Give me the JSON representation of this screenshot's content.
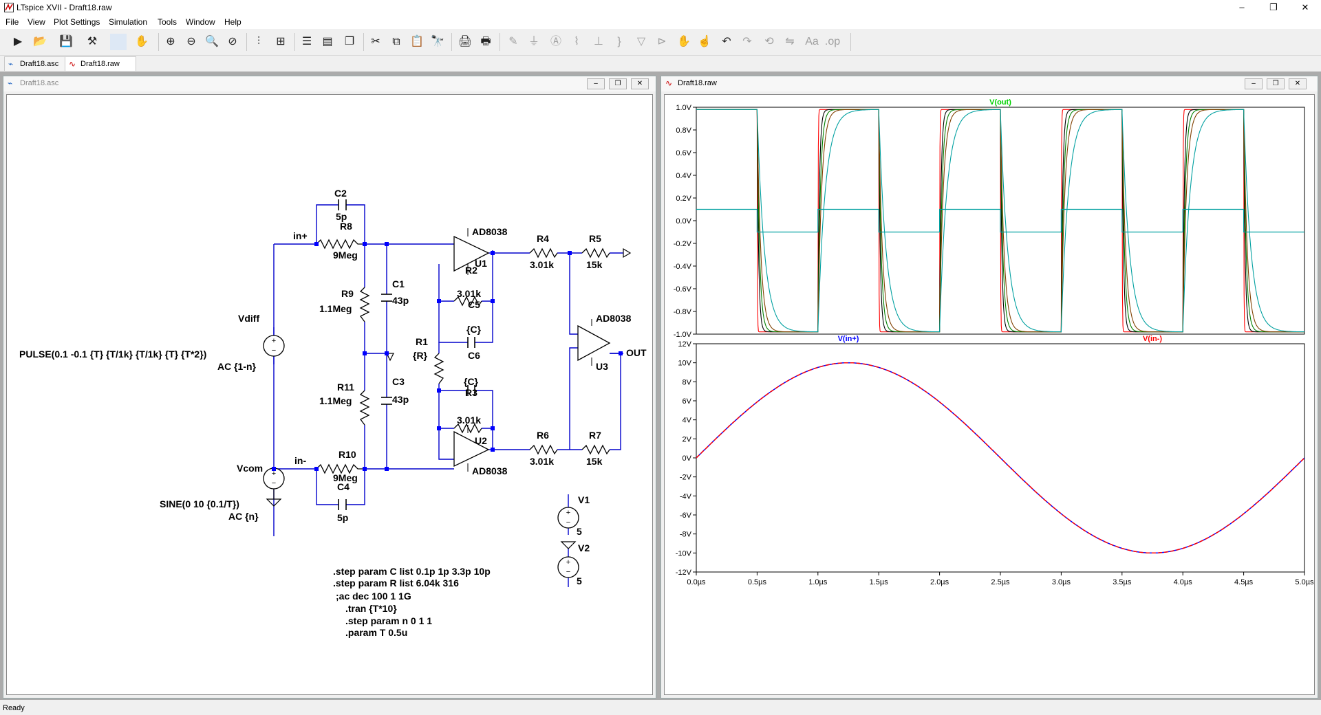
{
  "app": {
    "title": "LTspice XVII - Draft18.raw",
    "status": "Ready",
    "window_controls": [
      "–",
      "❐",
      "✕"
    ]
  },
  "menu": [
    "File",
    "View",
    "Plot Settings",
    "Simulation",
    "Tools",
    "Window",
    "Help"
  ],
  "toolbar_icons": [
    "run-icon",
    "open-icon",
    "save-icon",
    "control-panel-icon",
    "halt-icon",
    "pan-icon",
    "zoom-in-icon",
    "zoom-out-icon",
    "zoom-area-icon",
    "zoom-cancel-icon",
    "autorange-icon",
    "add-trace-icon",
    "tile-horizontal-icon",
    "tile-vertical-icon",
    "cascade-icon",
    "cut-icon",
    "copy-icon",
    "paste-icon",
    "find-icon",
    "print-icon",
    "print-preview-icon",
    "wire-icon",
    "ground-icon",
    "label-icon",
    "resistor-icon",
    "capacitor-icon",
    "inductor-icon",
    "diode-icon",
    "component-icon",
    "move-icon",
    "drag-icon",
    "undo-icon",
    "redo-icon",
    "rotate-icon",
    "mirror-icon",
    "text-icon",
    "spice-directive-icon"
  ],
  "tabs": [
    {
      "label": "Draft18.asc",
      "icon": "schematic-icon"
    },
    {
      "label": "Draft18.raw",
      "icon": "waveform-icon"
    }
  ],
  "schematic": {
    "window_title": "Draft18.asc",
    "components": [
      {
        "ref": "C2",
        "value": "5p"
      },
      {
        "ref": "R8",
        "value": "9Meg"
      },
      {
        "ref": "C1",
        "value": "43p"
      },
      {
        "ref": "R9",
        "value": "1.1Meg"
      },
      {
        "ref": "R11",
        "value": "1.1Meg"
      },
      {
        "ref": "C3",
        "value": "43p"
      },
      {
        "ref": "R10",
        "value": "9Meg"
      },
      {
        "ref": "C4",
        "value": "5p"
      },
      {
        "ref": "R1",
        "value": "{R}"
      },
      {
        "ref": "R2",
        "value": "3.01k"
      },
      {
        "ref": "C5",
        "value": "{C}"
      },
      {
        "ref": "C6",
        "value": "{C}"
      },
      {
        "ref": "R3",
        "value": "3.01k"
      },
      {
        "ref": "R4",
        "value": "3.01k"
      },
      {
        "ref": "R5",
        "value": "15k"
      },
      {
        "ref": "R6",
        "value": "3.01k"
      },
      {
        "ref": "R7",
        "value": "15k"
      },
      {
        "ref": "U1",
        "value": "AD8038"
      },
      {
        "ref": "U2",
        "value": "AD8038"
      },
      {
        "ref": "U3",
        "value": "AD8038"
      },
      {
        "ref": "V1",
        "value": "5"
      },
      {
        "ref": "V2",
        "value": "5"
      }
    ],
    "sources": {
      "vdiff": {
        "ref": "Vdiff",
        "line1": "PULSE(0.1 -0.1 {T} {T/1k} {T/1k} {T} {T*2})",
        "line2": "AC {1-n}"
      },
      "vcom": {
        "ref": "Vcom",
        "line1": "SINE(0 10 {0.1/T})",
        "line2": "AC {n}"
      }
    },
    "net_labels": {
      "in_plus": "in+",
      "in_minus": "in-",
      "out": "OUT"
    },
    "directives": [
      ".step param C list 0.1p 1p 3.3p 10p",
      ".step param R list 6.04k 316",
      ";ac dec 100 1 1G",
      ".tran {T*10}",
      ".step param n 0 1 1",
      ".param T 0.5u"
    ]
  },
  "waveform": {
    "window_title": "Draft18.raw",
    "top_pane": {
      "traces": [
        {
          "name": "V(out)",
          "color": "#00d000"
        }
      ],
      "y_ticks": [
        "1.0V",
        "0.8V",
        "0.6V",
        "0.4V",
        "0.2V",
        "0.0V",
        "-0.2V",
        "-0.4V",
        "-0.6V",
        "-0.8V",
        "-1.0V"
      ],
      "ylim": [
        -1.0,
        1.0
      ]
    },
    "bottom_pane": {
      "traces": [
        {
          "name": "V(in+)",
          "color": "#0000ff"
        },
        {
          "name": "V(in-)",
          "color": "#ff0000"
        }
      ],
      "y_ticks": [
        "12V",
        "10V",
        "8V",
        "6V",
        "4V",
        "2V",
        "0V",
        "-2V",
        "-4V",
        "-6V",
        "-8V",
        "-10V",
        "-12V"
      ],
      "ylim": [
        -12,
        12
      ]
    },
    "x_ticks": [
      "0.0µs",
      "0.5µs",
      "1.0µs",
      "1.5µs",
      "2.0µs",
      "2.5µs",
      "3.0µs",
      "3.5µs",
      "4.0µs",
      "4.5µs",
      "5.0µs"
    ],
    "xlim_us": [
      0,
      5
    ],
    "step_colors": [
      "#ff0000",
      "#000000",
      "#008000",
      "#804000",
      "#00a0a0"
    ]
  },
  "chart_data": [
    {
      "type": "line",
      "title": "V(out)",
      "xlabel": "",
      "ylabel": "",
      "x_unit": "µs",
      "xlim": [
        0,
        5
      ],
      "ylim": [
        -1.0,
        1.0
      ],
      "grid": false,
      "series": [
        {
          "name": "V(out)",
          "x": [
            0,
            0.5,
            0.5,
            1.0,
            1.0,
            1.5,
            1.5,
            2.0,
            2.0,
            2.5,
            2.5,
            3.0,
            3.0,
            3.5,
            3.5,
            4.0,
            4.0,
            4.5,
            4.5,
            5.0
          ],
          "y": [
            0.98,
            0.98,
            -0.98,
            -0.98,
            0.98,
            0.98,
            -0.98,
            -0.98,
            0.98,
            0.98,
            -0.98,
            -0.98,
            0.98,
            0.98,
            -0.98,
            -0.98,
            0.98,
            0.98,
            -0.98,
            -0.98
          ]
        },
        {
          "name": "",
          "x": [
            0,
            0.5,
            0.5,
            1.0,
            1.0,
            1.5,
            1.5,
            2.0,
            2.0,
            2.5,
            2.5,
            3.0,
            3.0,
            3.5,
            3.5,
            4.0,
            4.0,
            4.5,
            4.5,
            5.0
          ],
          "y": [
            0.1,
            0.1,
            -0.1,
            -0.1,
            0.1,
            0.1,
            -0.1,
            -0.1,
            0.1,
            0.1,
            -0.1,
            -0.1,
            0.1,
            0.1,
            -0.1,
            -0.1,
            0.1,
            0.1,
            -0.1,
            -0.1
          ]
        }
      ]
    },
    {
      "type": "line",
      "title": "",
      "xlabel": "",
      "ylabel": "",
      "x_unit": "µs",
      "xlim": [
        0,
        5
      ],
      "ylim": [
        -12,
        12
      ],
      "grid": false,
      "series": [
        {
          "name": "V(in+)",
          "function": "10*sin(2*pi*0.2*t)",
          "amplitude": 10,
          "frequency_mhz": 0.2
        },
        {
          "name": "V(in-)",
          "function": "10*sin(2*pi*0.2*t)",
          "amplitude": 10,
          "frequency_mhz": 0.2
        }
      ]
    }
  ]
}
